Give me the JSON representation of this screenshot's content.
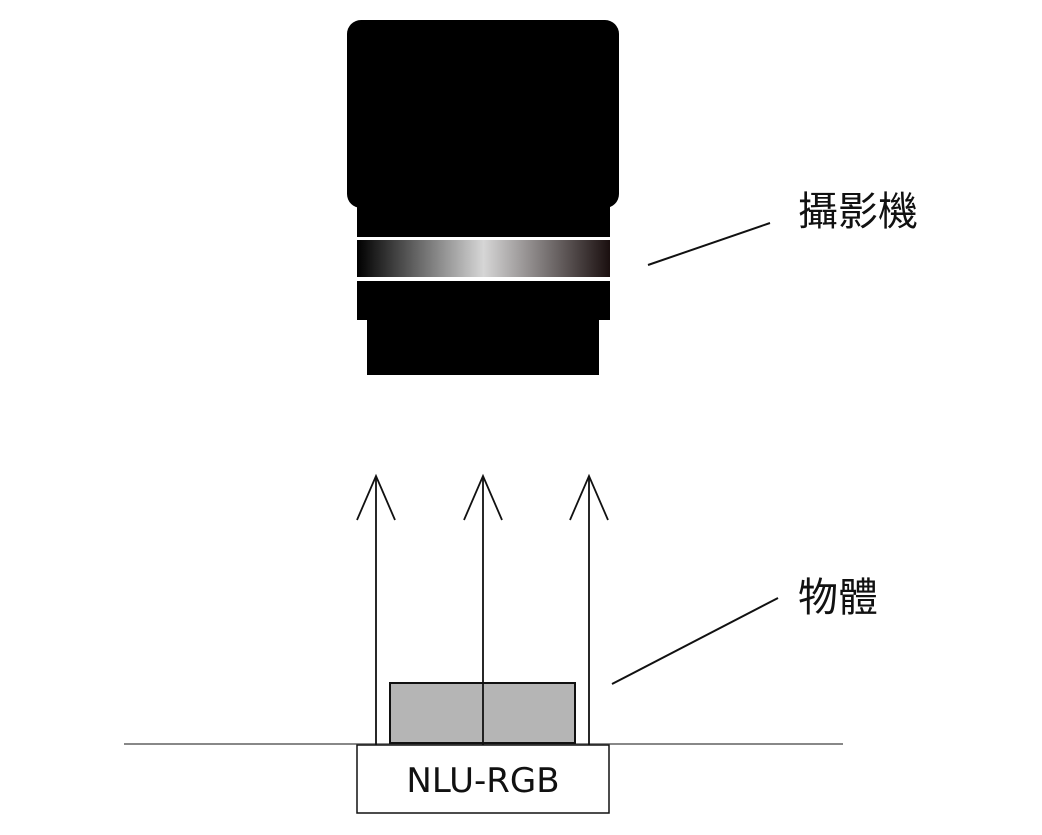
{
  "labels": {
    "camera": "攝影機",
    "object": "物體",
    "light_source": "NLU-RGB"
  },
  "colors": {
    "camera_body": "#000000",
    "object_fill": "#b5b5b5",
    "line": "#111111",
    "surface_line": "#888888",
    "background": "#ffffff"
  },
  "icons": {
    "camera": "camera-lens-icon",
    "light_direction": "upward-arrow-icon"
  }
}
